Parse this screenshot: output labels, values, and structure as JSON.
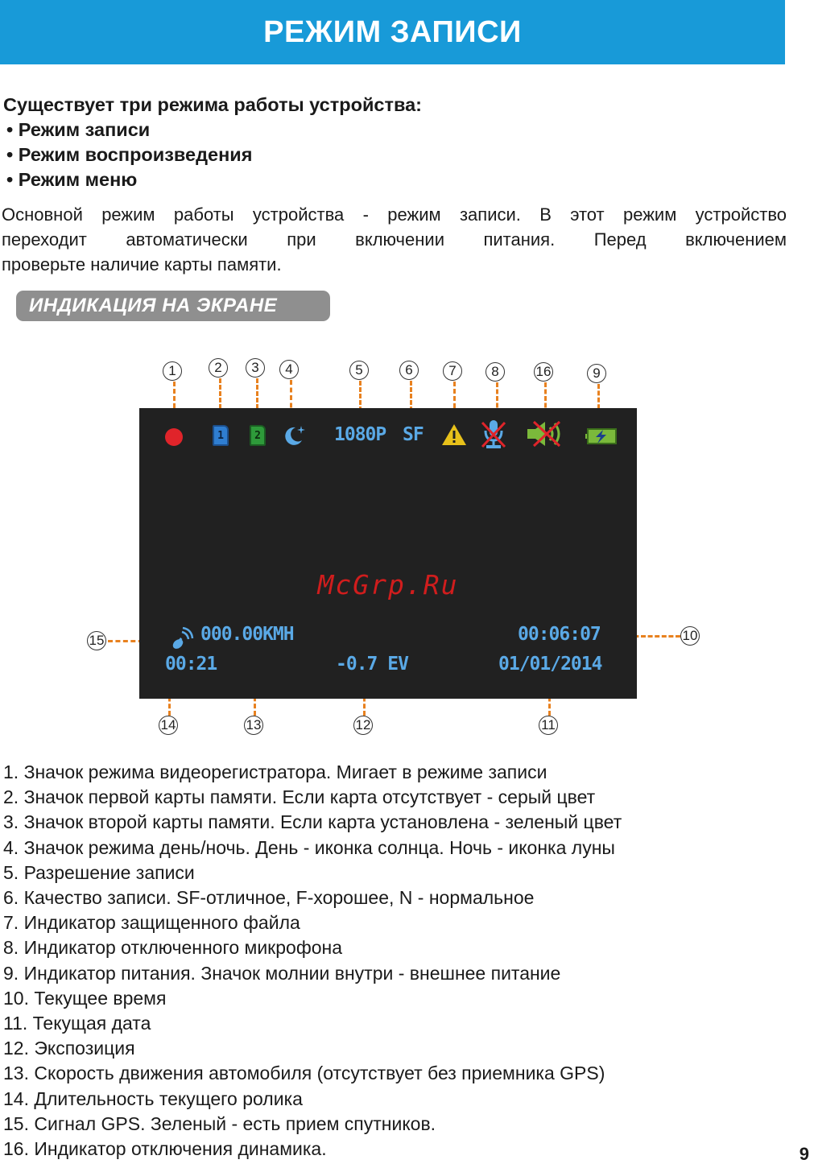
{
  "header": {
    "title": "РЕЖИМ ЗАПИСИ"
  },
  "intro": {
    "heading": "Существует три режима работы устройства:",
    "items": [
      "• Режим записи",
      "• Режим воспроизведения",
      "• Режим меню"
    ]
  },
  "paragraph": {
    "lines": [
      "Основной режим работы устройства - режим записи. В этот режим устройство",
      "переходит автоматически при включении питания. Перед включением",
      "проверьте наличие карты памяти."
    ]
  },
  "section": {
    "title": "ИНДИКАЦИЯ НА ЭКРАНЕ"
  },
  "screen": {
    "resolution": "1080P",
    "quality": "SF",
    "speed": "000.00KMH",
    "duration": "00:21",
    "exposure": "-0.7 EV",
    "time": "00:06:07",
    "date": "01/01/2014",
    "watermark": "McGrp.Ru",
    "card1_label": "1",
    "card2_label": "2"
  },
  "callouts": [
    "1",
    "2",
    "3",
    "4",
    "5",
    "6",
    "7",
    "8",
    "16",
    "9",
    "10",
    "11",
    "12",
    "13",
    "14",
    "15"
  ],
  "colors": {
    "header": "#189ad8",
    "lcd_text": "#5aa9e6",
    "record": "#e0242a",
    "card1": "#2f7ed1",
    "card2": "#2e9a3a",
    "leader": "#e8811f"
  },
  "list": [
    "1. Значок режима видеорегистратора. Мигает в режиме записи",
    "2. Значок первой карты памяти. Если карта отсутствует - серый цвет",
    "3. Значок второй карты памяти. Если карта установлена - зеленый цвет",
    "4. Значок режима день/ночь. День - иконка солнца. Ночь - иконка луны",
    "5. Разрешение записи",
    "6. Качество записи. SF-отличное, F-хорошее, N - нормальное",
    "7. Индикатор защищенного файла",
    "8. Индикатор отключенного микрофона",
    "9. Индикатор питания. Значок молнии внутри - внешнее питание",
    "10. Текущее время",
    "11. Текущая дата",
    "12. Экспозиция",
    "13. Скорость движения автомобиля (отсутствует без приемника GPS)",
    "14. Длительность текущего ролика",
    "15. Сигнал GPS. Зеленый - есть прием спутников.",
    "16. Индикатор отключения динамика."
  ],
  "page_number": "9"
}
